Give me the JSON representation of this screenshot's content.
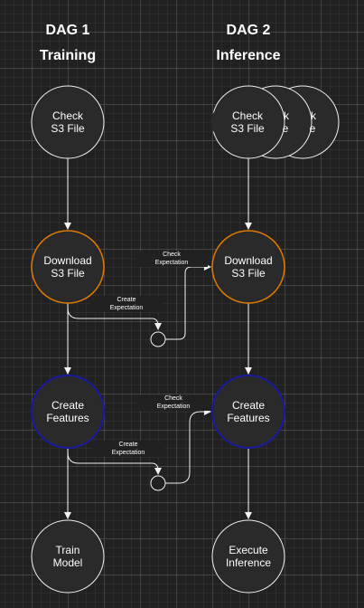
{
  "headers": {
    "dag1_title": "DAG 1",
    "dag1_subtitle": "Training",
    "dag2_title": "DAG 2",
    "dag2_subtitle": "Inference"
  },
  "nodes": {
    "d1_check": {
      "line1": "Check",
      "line2": "S3 File"
    },
    "d1_download": {
      "line1": "Download",
      "line2": "S3 File"
    },
    "d1_features": {
      "line1": "Create",
      "line2": "Features"
    },
    "d1_train": {
      "line1": "Train",
      "line2": "Model"
    },
    "d2_check": {
      "line1": "Check",
      "line2": "S3 File"
    },
    "d2_ghost1": {
      "line1": "k",
      "line2": "e"
    },
    "d2_ghost2": {
      "line1": "k",
      "line2": "e"
    },
    "d2_download": {
      "line1": "Download",
      "line2": "S3 File"
    },
    "d2_features": {
      "line1": "Create",
      "line2": "Features"
    },
    "d2_execute": {
      "line1": "Execute",
      "line2": "Inference"
    }
  },
  "edge_labels": {
    "create_expectation_1": {
      "line1": "Create",
      "line2": "Expectation"
    },
    "check_expectation_1": {
      "line1": "Check",
      "line2": "Expectation"
    },
    "create_expectation_2": {
      "line1": "Create",
      "line2": "Expectation"
    },
    "check_expectation_2": {
      "line1": "Check",
      "line2": "Expectation"
    }
  },
  "colors": {
    "background": "#212121",
    "node_fill": "#2a2a2a",
    "default_stroke": "#f0f0f0",
    "download_stroke": "#e07b00",
    "features_stroke": "#1a1aa0",
    "text": "#ffffff"
  }
}
